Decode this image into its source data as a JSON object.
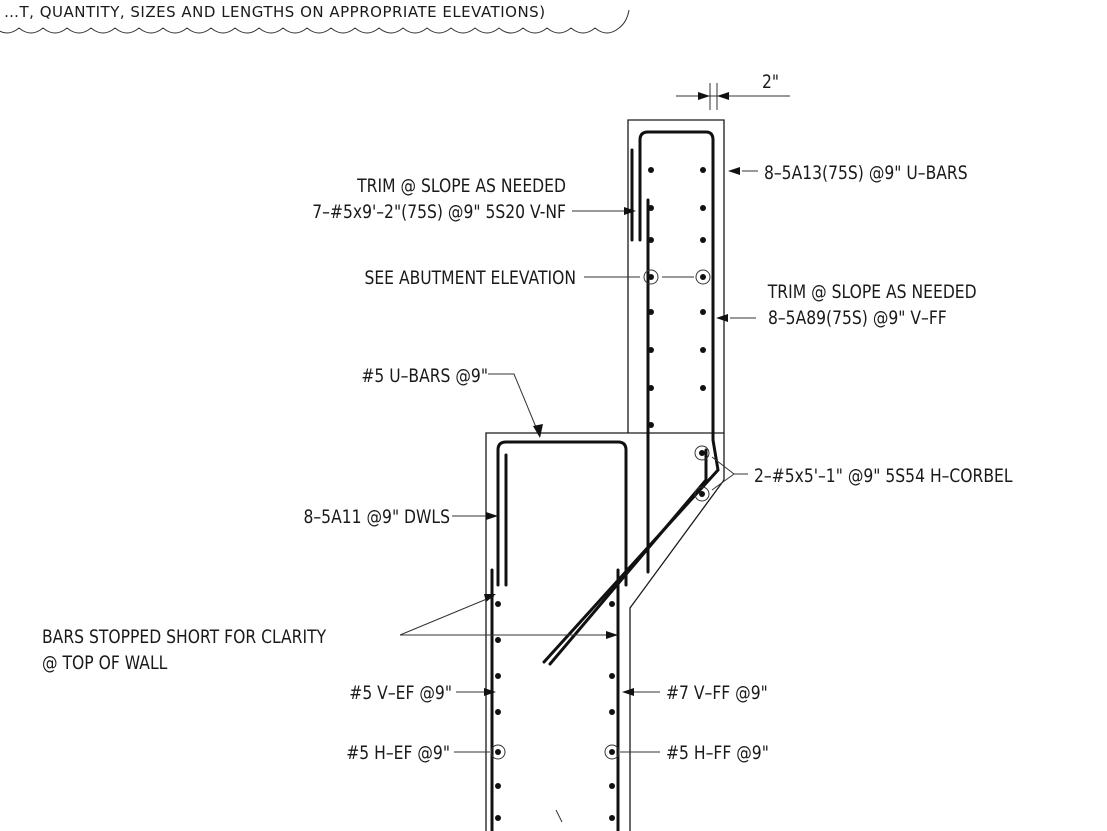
{
  "header_note": "…T, QUANTITY, SIZES AND LENGTHS ON APPROPRIATE ELEVATIONS)",
  "dimension": "2\"",
  "labels": {
    "trim_left_1": "TRIM @ SLOPE AS NEEDED",
    "trim_left_2": "7–#5x9'–2\"(75S) @9\" 5S20 V-NF",
    "u_bars_top": "8–5A13(75S) @9\" U–BARS",
    "see_abutment": "SEE ABUTMENT ELEVATION",
    "trim_right_1": "TRIM @ SLOPE AS NEEDED",
    "trim_right_2": "8–5A89(75S) @9\" V–FF",
    "u_bars_5": "#5 U–BARS @9\"",
    "corbel": "2–#5x5'–1\" @9\" 5S54 H–CORBEL",
    "dwls": "8–5A11 @9\" DWLS",
    "stopped_1": "BARS STOPPED SHORT FOR CLARITY",
    "stopped_2": "@ TOP OF WALL",
    "v_ef": "#5 V–EF @9\"",
    "v_ff": "#7 V–FF @9\"",
    "h_ef": "#5 H–EF @9\"",
    "h_ff": "#5 H–FF @9\""
  }
}
